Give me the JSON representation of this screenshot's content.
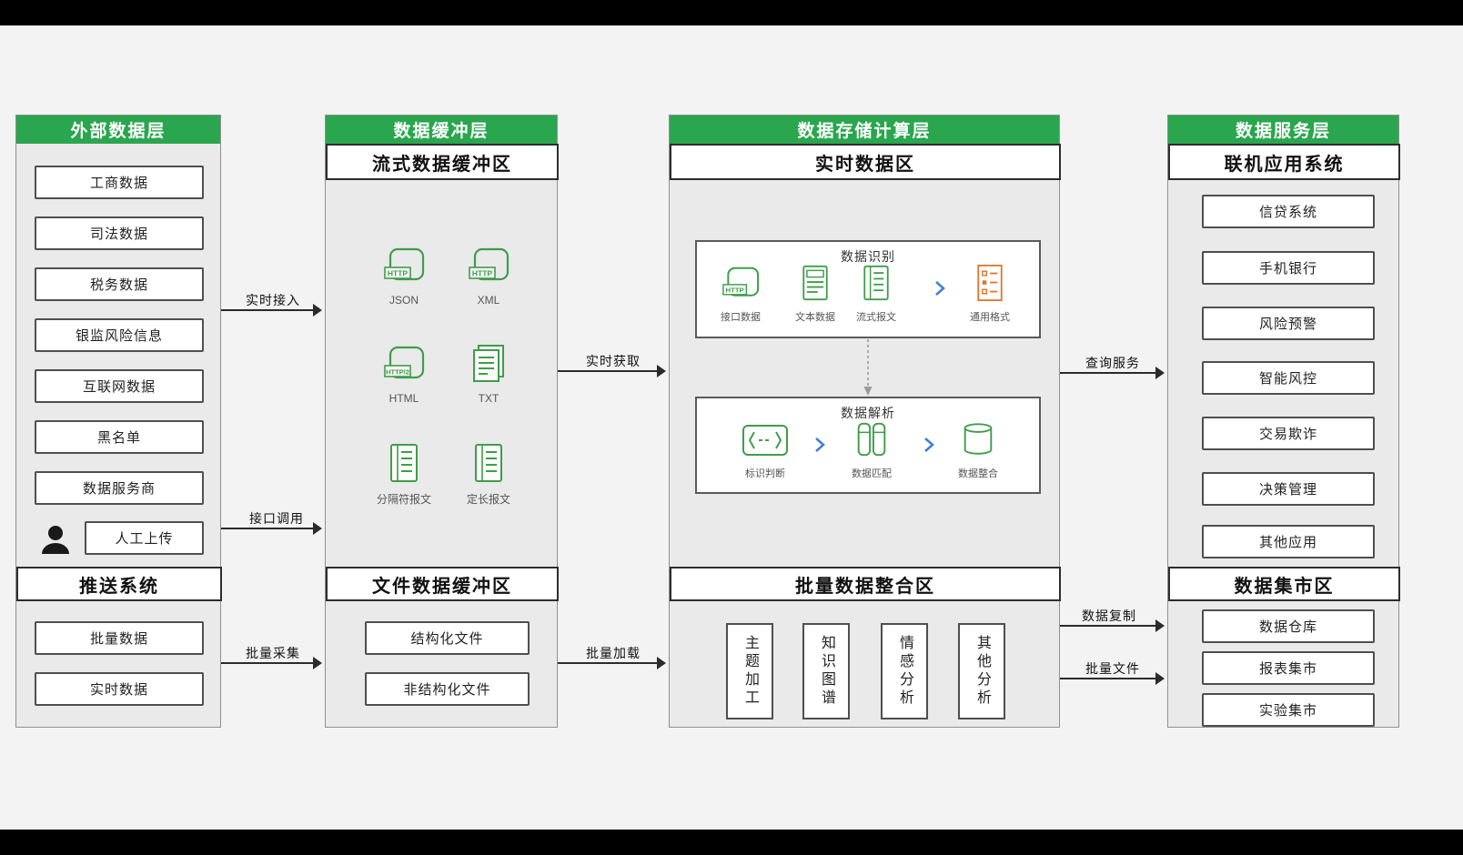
{
  "layers": {
    "external": {
      "title": "外部数据层",
      "items": [
        "工商数据",
        "司法数据",
        "税务数据",
        "银监风险信息",
        "互联网数据",
        "黑名单",
        "数据服务商"
      ],
      "manual_upload": "人工上传",
      "push_title": "推送系统",
      "push_items": [
        "批量数据",
        "实时数据"
      ]
    },
    "buffer": {
      "title": "数据缓冲层",
      "stream_zone": "流式数据缓冲区",
      "stream_items": [
        {
          "label": "JSON",
          "badge": "HTTP"
        },
        {
          "label": "XML",
          "badge": "HTTP"
        },
        {
          "label": "HTML",
          "badge": "HTTP/2"
        },
        {
          "label": "TXT"
        },
        {
          "label": "分隔符报文"
        },
        {
          "label": "定长报文"
        }
      ],
      "file_zone": "文件数据缓冲区",
      "file_items": [
        "结构化文件",
        "非结构化文件"
      ]
    },
    "storage": {
      "title": "数据存储计算层",
      "realtime_zone": "实时数据区",
      "recognition": {
        "title": "数据识别",
        "items": [
          {
            "label": "接口数据",
            "badge": "HTTP"
          },
          {
            "label": "文本数据"
          },
          {
            "label": "流式报文"
          },
          {
            "label": "通用格式"
          }
        ]
      },
      "parsing": {
        "title": "数据解析",
        "items": [
          "标识判断",
          "数据匹配",
          "数据整合"
        ]
      },
      "batch_zone": "批量数据整合区",
      "batch_items": [
        "主题加工",
        "知识图谱",
        "情感分析",
        "其他分析"
      ]
    },
    "service": {
      "title": "数据服务层",
      "online_zone": "联机应用系统",
      "online_items": [
        "信贷系统",
        "手机银行",
        "风险预警",
        "智能风控",
        "交易欺诈",
        "决策管理",
        "其他应用"
      ],
      "mart_zone": "数据集市区",
      "mart_items": [
        "数据仓库",
        "报表集市",
        "实验集市"
      ]
    }
  },
  "arrows": [
    {
      "label": "实时接入"
    },
    {
      "label": "接口调用"
    },
    {
      "label": "批量采集"
    },
    {
      "label": "实时获取"
    },
    {
      "label": "批量加载"
    },
    {
      "label": "查询服务"
    },
    {
      "label": "数据复制"
    },
    {
      "label": "批量文件"
    }
  ],
  "colors": {
    "header_green": "#2aa64e",
    "icon_green": "#3f9d49",
    "icon_orange": "#e0762f",
    "chevron_blue": "#3f7fd6"
  }
}
